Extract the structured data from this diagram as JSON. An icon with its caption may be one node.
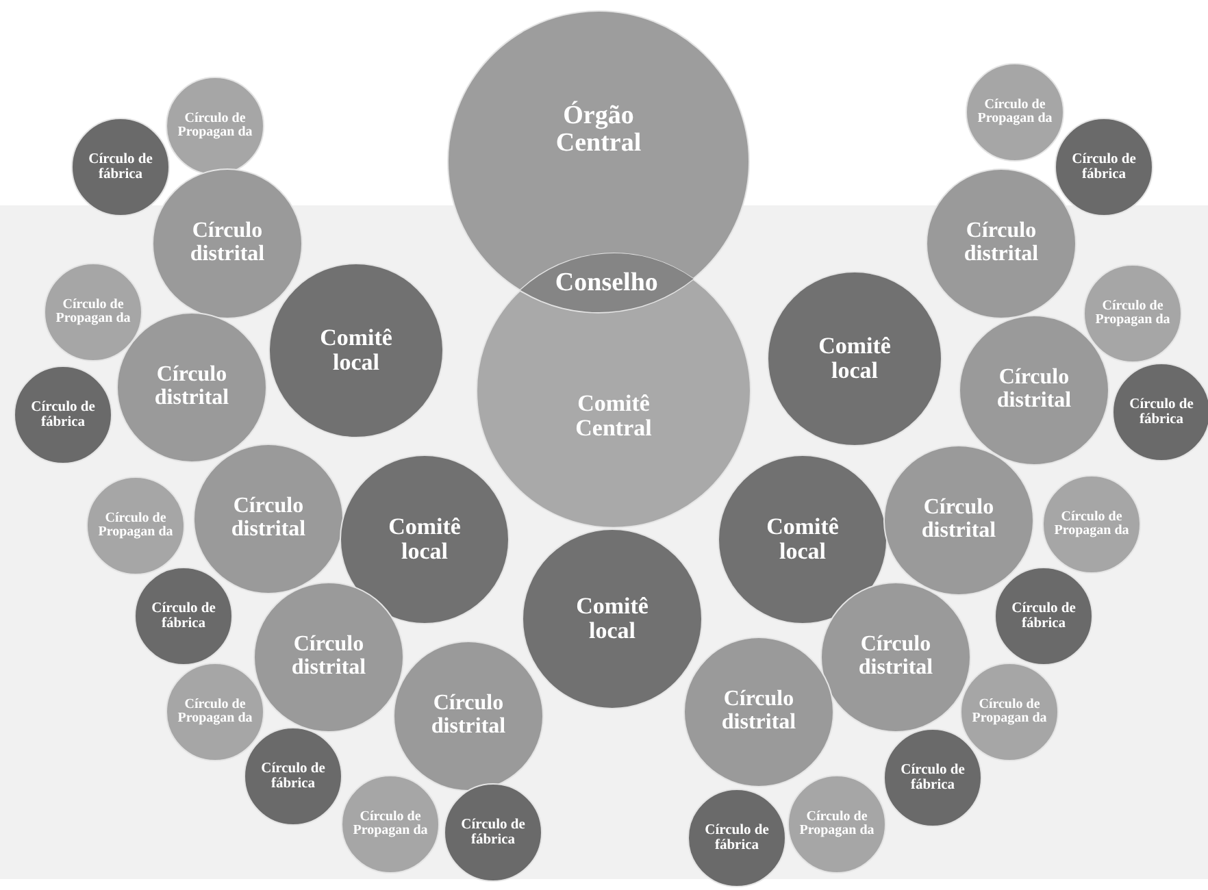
{
  "diagram": {
    "nodes": [
      {
        "text": [
          "Órgão Central"
        ]
      },
      {
        "text": [
          "Conselho"
        ]
      },
      {
        "text": [
          "Comitê Central"
        ]
      },
      {
        "text": [
          "Círculo de Propagan da"
        ]
      },
      {
        "text": [
          "Círculo de fábrica"
        ]
      },
      {
        "text": [
          "Círculo distrital"
        ]
      },
      {
        "text": [
          "Comitê local"
        ]
      },
      {
        "text": [
          "Círculo de Propagan da"
        ]
      },
      {
        "text": [
          "Círculo distrital"
        ]
      },
      {
        "text": [
          "Círculo de fábrica"
        ]
      },
      {
        "text": [
          "Círculo distrital"
        ]
      },
      {
        "text": [
          "Comitê local"
        ]
      },
      {
        "text": [
          "Círculo de Propagan da"
        ]
      },
      {
        "text": [
          "Círculo de fábrica"
        ]
      },
      {
        "text": [
          "Círculo distrital"
        ]
      },
      {
        "text": [
          "Círculo de Propagan da"
        ]
      },
      {
        "text": [
          "Círculo distrital"
        ]
      },
      {
        "text": [
          "Círculo de fábrica"
        ]
      },
      {
        "text": [
          "Círculo de Propagan da"
        ]
      },
      {
        "text": [
          "Círculo de fábrica"
        ]
      },
      {
        "text": [
          "Comitê local"
        ]
      },
      {
        "text": [
          "Círculo de Propagan da"
        ]
      },
      {
        "text": [
          "Círculo de fábrica"
        ]
      },
      {
        "text": [
          "Círculo distrital"
        ]
      },
      {
        "text": [
          "Comitê local"
        ]
      },
      {
        "text": [
          "Círculo de Propagan da"
        ]
      },
      {
        "text": [
          "Círculo distrital"
        ]
      },
      {
        "text": [
          "Círculo de fábrica"
        ]
      },
      {
        "text": [
          "Comitê local"
        ]
      },
      {
        "text": [
          "Círculo distrital"
        ]
      },
      {
        "text": [
          "Círculo de Propagan da"
        ]
      },
      {
        "text": [
          "Círculo de fábrica"
        ]
      },
      {
        "text": [
          "Círculo distrital"
        ]
      },
      {
        "text": [
          "Círculo de Propagan da"
        ]
      },
      {
        "text": [
          "Círculo distrital"
        ]
      },
      {
        "text": [
          "Círculo de fábrica"
        ]
      },
      {
        "text": [
          "Círculo de Propagan da"
        ]
      },
      {
        "text": [
          "Círculo de fábrica"
        ]
      }
    ]
  }
}
